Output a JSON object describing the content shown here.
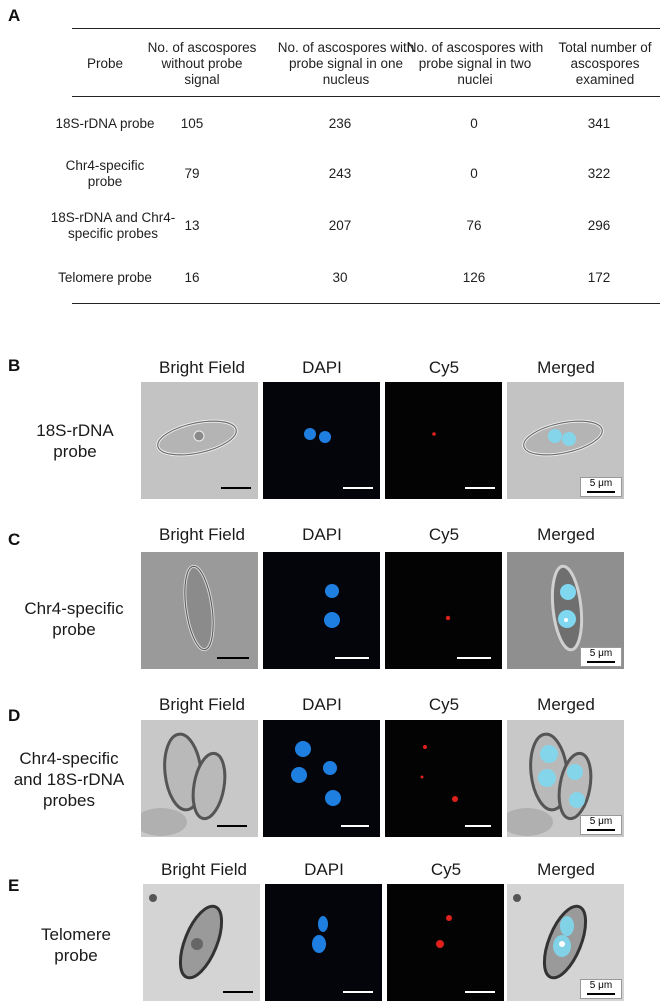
{
  "panels": [
    "A",
    "B",
    "C",
    "D",
    "E"
  ],
  "table": {
    "headers": [
      "Probe",
      "No. of ascospores without probe signal",
      "No. of ascospores with probe signal in one nucleus",
      "No. of ascospores with probe signal in two nuclei",
      "Total number of ascospores examined"
    ],
    "rows": [
      {
        "probe": "18S-rDNA probe",
        "none": "105",
        "one": "236",
        "two": "0",
        "total": "341"
      },
      {
        "probe": "Chr4-specific probe",
        "none": "79",
        "one": "243",
        "two": "0",
        "total": "322"
      },
      {
        "probe": "18S-rDNA and Chr4-specific probes",
        "none": "13",
        "one": "207",
        "two": "76",
        "total": "296"
      },
      {
        "probe": "Telomere probe",
        "none": "16",
        "one": "30",
        "two": "126",
        "total": "172"
      }
    ]
  },
  "columns": [
    "Bright Field",
    "DAPI",
    "Cy5",
    "Merged"
  ],
  "rows": [
    {
      "label": "18S-rDNA probe"
    },
    {
      "label": "Chr4-specific probe"
    },
    {
      "label": "Chr4-specific and 18S-rDNA probes"
    },
    {
      "label": "Telomere probe"
    }
  ],
  "scale_label": "5 μm",
  "colors": {
    "dapi": "#1f7fe0",
    "cy5": "#e0201c",
    "merged_nucleus": "#7fd8f0"
  }
}
